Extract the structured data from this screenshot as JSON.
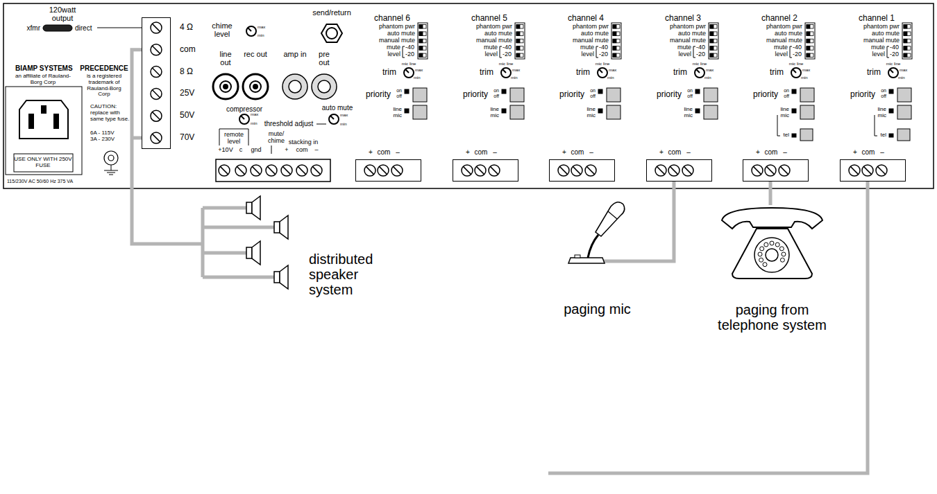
{
  "diagram": {
    "nodes": [
      {
        "text": [
          "4 Ω",
          "com",
          "8 Ω",
          "25V",
          "50V",
          "70V"
        ]
      },
      {
        "text": [
          "+",
          "com",
          "–"
        ]
      },
      {
        "text": [
          "+",
          "com",
          "–"
        ]
      },
      {
        "text": [
          "+",
          "com",
          "–"
        ]
      },
      {
        "text": [
          "+",
          "com",
          "–"
        ]
      },
      {
        "text": [
          "+",
          "com",
          "–"
        ]
      },
      {
        "text": [
          "+",
          "com",
          "–"
        ]
      },
      {
        "text": [
          "distributed speaker system"
        ]
      },
      {
        "text": [
          "paging mic"
        ]
      },
      {
        "text": [
          "paging from telephone system"
        ]
      }
    ],
    "edges": [
      {
        "from": 7,
        "to": 0,
        "arrow": "none"
      },
      {
        "from": 8,
        "to": 4,
        "arrow": "none"
      },
      {
        "from": 9,
        "to": 5,
        "arrow": "none"
      }
    ],
    "labels": [
      "120watt output",
      "xfmr",
      "direct",
      "BIAMP SYSTEMS",
      "an affiliate of Rauland-Borg Corp",
      "PRECEDENCE",
      "is a registered trademark of Rauland-Borg Corp",
      "CAUTION: replace with same type fuse.",
      "6A - 115V",
      "3A - 230V",
      "USE ONLY WITH 250V FUSE",
      "115/230V AC 50/60 Hz 375 VA",
      "chime level",
      "max",
      "min",
      "line out",
      "rec out",
      "amp in",
      "pre out",
      "send/return",
      "compressor",
      "max",
      "min",
      "threshold adjust",
      "auto mute",
      "max",
      "min",
      "remote level",
      "+10V",
      "c",
      "gnd",
      "mute/ chime",
      "stacking in",
      "+",
      "com",
      "–",
      "channel 6",
      "phantom pwr",
      "auto mute",
      "manual mute",
      "mute",
      "-40",
      "level",
      "-20",
      "trim",
      "mic",
      "line",
      "max",
      "min",
      "priority",
      "on",
      "off",
      "line",
      "mic",
      "channel 5",
      "phantom pwr",
      "auto mute",
      "manual mute",
      "mute",
      "-40",
      "level",
      "-20",
      "trim",
      "mic",
      "line",
      "max",
      "min",
      "priority",
      "on",
      "off",
      "line",
      "mic",
      "channel 4",
      "phantom pwr",
      "auto mute",
      "manual mute",
      "mute",
      "-40",
      "level",
      "-20",
      "trim",
      "mic",
      "line",
      "max",
      "min",
      "priority",
      "on",
      "off",
      "line",
      "mic",
      "channel 3",
      "phantom pwr",
      "auto mute",
      "manual mute",
      "mute",
      "-40",
      "level",
      "-20",
      "trim",
      "mic",
      "line",
      "max",
      "min",
      "priority",
      "on",
      "off",
      "line",
      "mic",
      "channel 2",
      "phantom pwr",
      "auto mute",
      "manual mute",
      "mute",
      "-40",
      "level",
      "-20",
      "trim",
      "mic",
      "line",
      "max",
      "min",
      "priority",
      "on",
      "off",
      "line",
      "mic",
      "tel",
      "channel 1",
      "phantom pwr",
      "auto mute",
      "manual mute",
      "mute",
      "-40",
      "level",
      "-20",
      "trim",
      "mic",
      "line",
      "max",
      "min",
      "priority",
      "on",
      "off",
      "line",
      "mic",
      "tel"
    ]
  }
}
